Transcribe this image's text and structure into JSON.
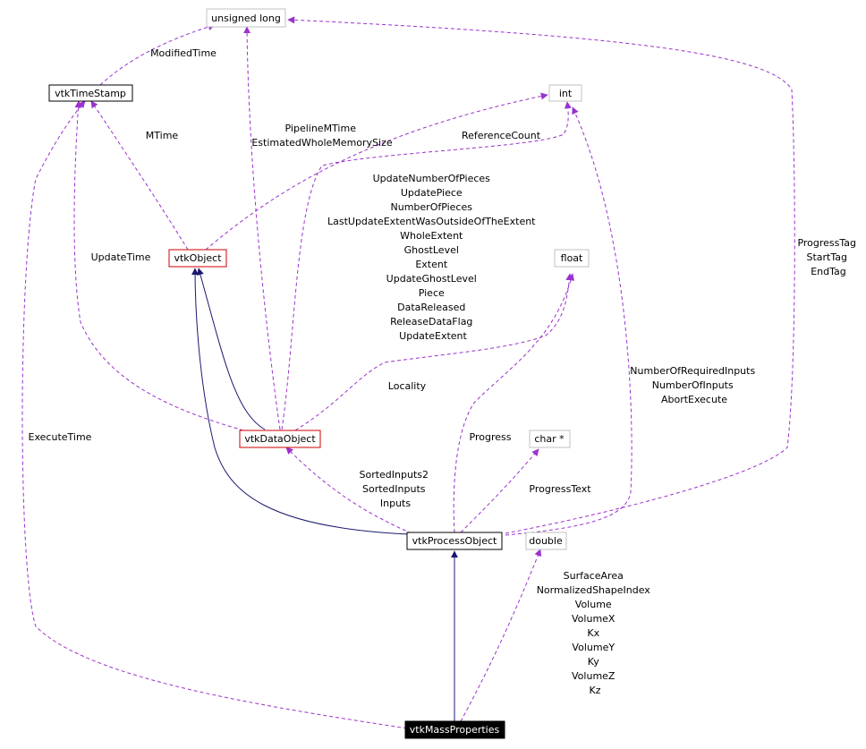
{
  "colors": {
    "usage_edge": "#9a32cd",
    "inherit_edge": "#191970",
    "documented_border": "#000000",
    "undocumented_border": "#c0c0c0",
    "class_border_red": "#cc0000",
    "focus_fill": "#000000",
    "focus_text": "#ffffff"
  },
  "nodes": {
    "unsigned_long": "unsigned long",
    "vtkTimeStamp": "vtkTimeStamp",
    "int": "int",
    "vtkObject": "vtkObject",
    "float": "float",
    "vtkDataObject": "vtkDataObject",
    "char_ptr": "char *",
    "vtkProcessObject": "vtkProcessObject",
    "double": "double",
    "vtkMassProperties": "vtkMassProperties"
  },
  "labels": {
    "modified_time": [
      "ModifiedTime"
    ],
    "pipeline_mtime": [
      "PipelineMTime",
      "EstimatedWholeMemorySize"
    ],
    "mtime": [
      "MTime"
    ],
    "reference_count": [
      "ReferenceCount"
    ],
    "data_object_members": [
      "UpdateNumberOfPieces",
      "UpdatePiece",
      "NumberOfPieces",
      "LastUpdateExtentWasOutsideOfTheExtent",
      "WholeExtent",
      "GhostLevel",
      "Extent",
      "UpdateGhostLevel",
      "Piece",
      "DataReleased",
      "ReleaseDataFlag",
      "UpdateExtent"
    ],
    "update_time": [
      "UpdateTime"
    ],
    "progress_tag": [
      "ProgressTag",
      "StartTag",
      "EndTag"
    ],
    "locality": [
      "Locality"
    ],
    "required_inputs": [
      "NumberOfRequiredInputs",
      "NumberOfInputs",
      "AbortExecute"
    ],
    "execute_time": [
      "ExecuteTime"
    ],
    "progress": [
      "Progress"
    ],
    "inputs": [
      "SortedInputs2",
      "SortedInputs",
      "Inputs"
    ],
    "progress_text": [
      "ProgressText"
    ],
    "mass_members": [
      "SurfaceArea",
      "NormalizedShapeIndex",
      "Volume",
      "VolumeX",
      "Kx",
      "VolumeY",
      "Ky",
      "VolumeZ",
      "Kz"
    ]
  }
}
